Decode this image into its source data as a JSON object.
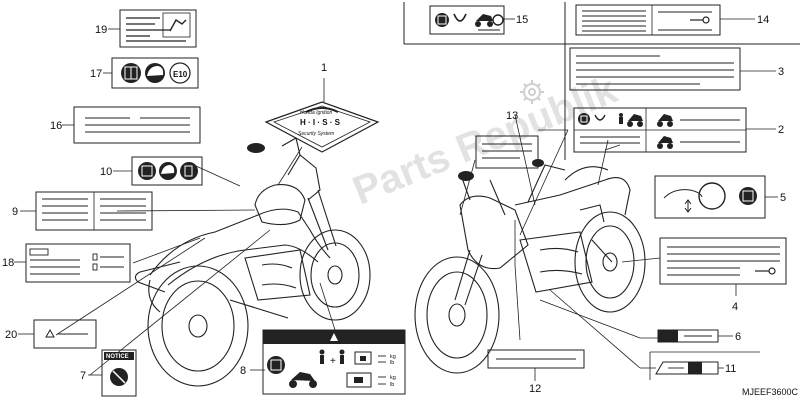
{
  "diagram": {
    "part_code": "MJEEF3600C",
    "watermark_text": "Parts Republik",
    "callouts": [
      "1",
      "2",
      "3",
      "4",
      "5",
      "6",
      "7",
      "8",
      "9",
      "10",
      "11",
      "12",
      "13",
      "14",
      "15",
      "16",
      "17",
      "18",
      "19",
      "20"
    ],
    "label_texts": {
      "emission_fuel": "E10",
      "notice": "NOTICE",
      "load_kg_1": "kg",
      "load_lb_1": "lb",
      "load_kg_2": "kg",
      "load_lb_2": "lb",
      "hiss_top": "Honda Ignition",
      "hiss_middle": "H · I · S · S",
      "hiss_bottom": "Security System"
    },
    "icons": [
      "manual-book-icon",
      "helmet-icon",
      "fuel-icon",
      "gear-icon",
      "warning-triangle-icon",
      "rider-icon",
      "passenger-icon",
      "luggage-icon",
      "motorcycle-icon",
      "key-icon",
      "chain-icon",
      "suspension-icon"
    ]
  }
}
